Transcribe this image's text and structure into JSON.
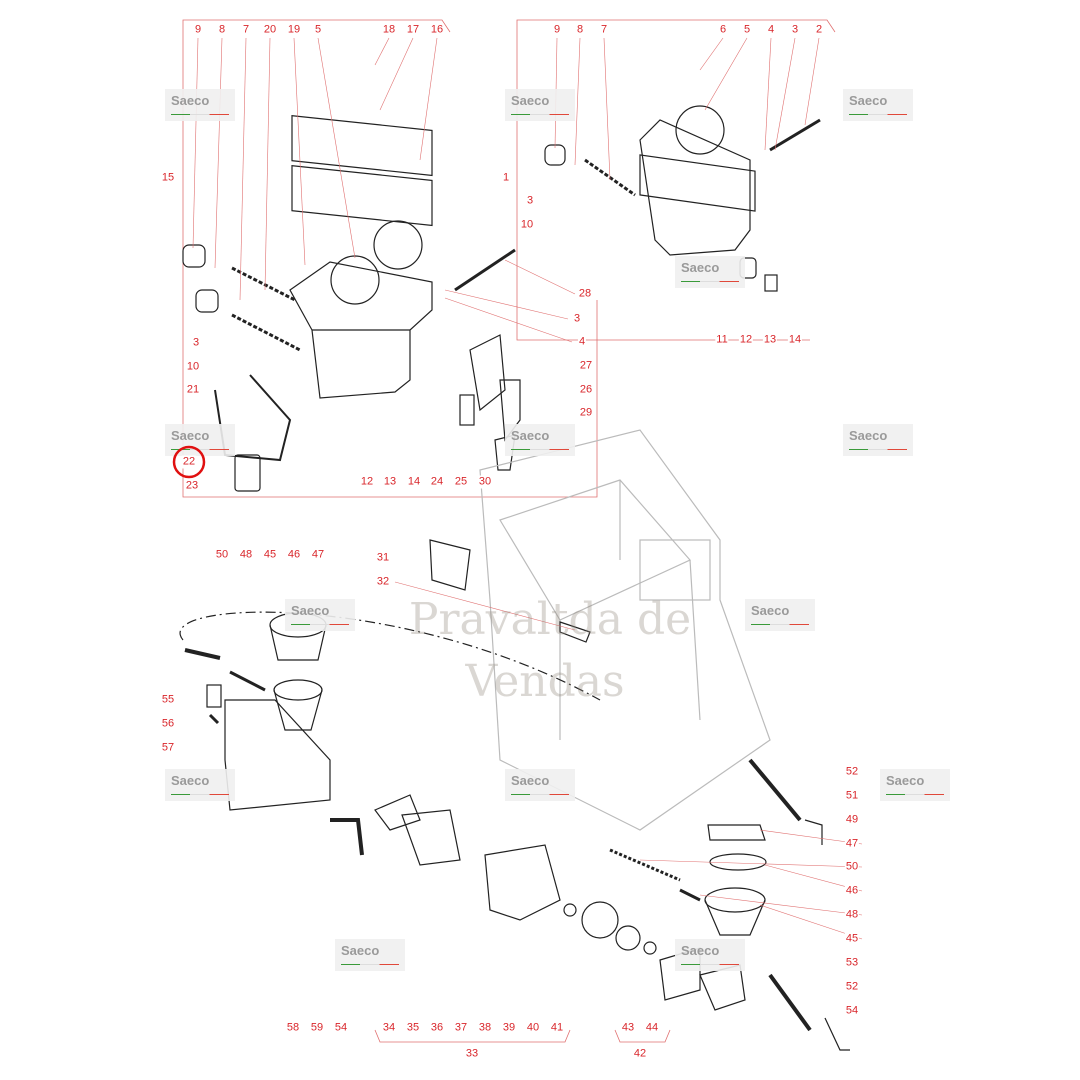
{
  "brand": "Saeco",
  "watermark": [
    "Pravaltda de",
    "Vendas"
  ],
  "colors": {
    "callout": "#d9262b",
    "line": "#222222",
    "leader": "#e07070"
  },
  "callouts": {
    "top_left": [
      "9",
      "8",
      "7",
      "20",
      "19",
      "5",
      "18",
      "17",
      "16",
      "15",
      "28",
      "3",
      "4",
      "27",
      "26",
      "29",
      "12",
      "13",
      "14",
      "24",
      "25",
      "30",
      "3",
      "10",
      "21",
      "22",
      "23"
    ],
    "top_right": [
      "9",
      "8",
      "7",
      "6",
      "5",
      "4",
      "3",
      "2",
      "1",
      "3",
      "10",
      "11",
      "12",
      "13",
      "14"
    ],
    "middle": [
      "31",
      "32"
    ],
    "bottom_left": [
      "50",
      "48",
      "45",
      "46",
      "47",
      "55",
      "56",
      "57",
      "58",
      "59",
      "54",
      "34",
      "35",
      "36",
      "37",
      "38",
      "39",
      "40",
      "41",
      "33",
      "43",
      "44",
      "42"
    ],
    "bottom_right": [
      "52",
      "51",
      "49",
      "47",
      "50",
      "46",
      "48",
      "45",
      "53",
      "52",
      "54"
    ]
  },
  "highlighted_callout": "22"
}
